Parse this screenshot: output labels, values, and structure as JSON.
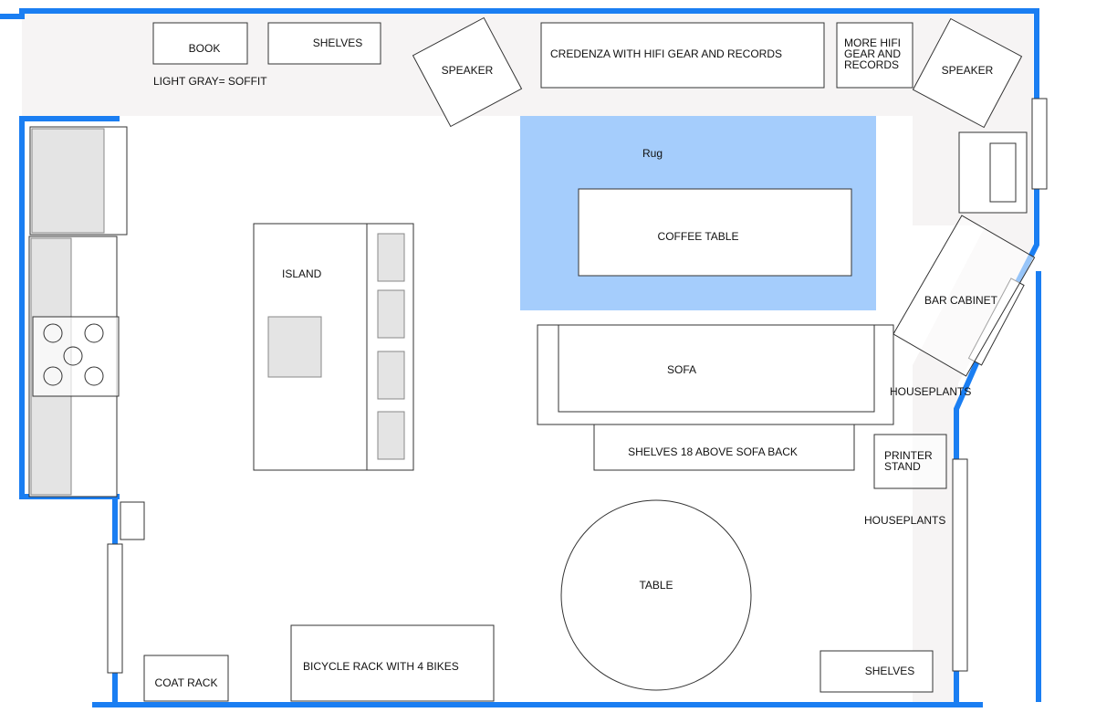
{
  "colors": {
    "wall": "#1a7ef2",
    "soffit": "#f6f4f4",
    "rug": "#a5cdfc",
    "fixture_gray": "#e4e4e4",
    "outline": "#333333",
    "background": "#ffffff"
  },
  "labels": {
    "book": "BOOK",
    "shelves_top": "SHELVES",
    "soffit_note": "LIGHT GRAY= SOFFIT",
    "speaker_left": "SPEAKER",
    "credenza": "CREDENZA WITH HIFI GEAR AND RECORDS",
    "more_hifi": [
      "MORE HIFI",
      "GEAR AND",
      "RECORDS"
    ],
    "speaker_right": "SPEAKER",
    "rug": "Rug",
    "coffee_table": "COFFEE TABLE",
    "island": "ISLAND",
    "bar_cabinet": "BAR CABINET",
    "sofa": "SOFA",
    "houseplants_upper": "HOUSEPLANTS",
    "shelves_sofa": "SHELVES 18 ABOVE SOFA BACK",
    "printer_stand": [
      "PRINTER",
      "STAND"
    ],
    "houseplants_lower": "HOUSEPLANTS",
    "table": "TABLE",
    "bicycle_rack": "BICYCLE RACK WITH 4 BIKES",
    "coat_rack": "COAT RACK",
    "shelves_bottom": "SHELVES"
  }
}
